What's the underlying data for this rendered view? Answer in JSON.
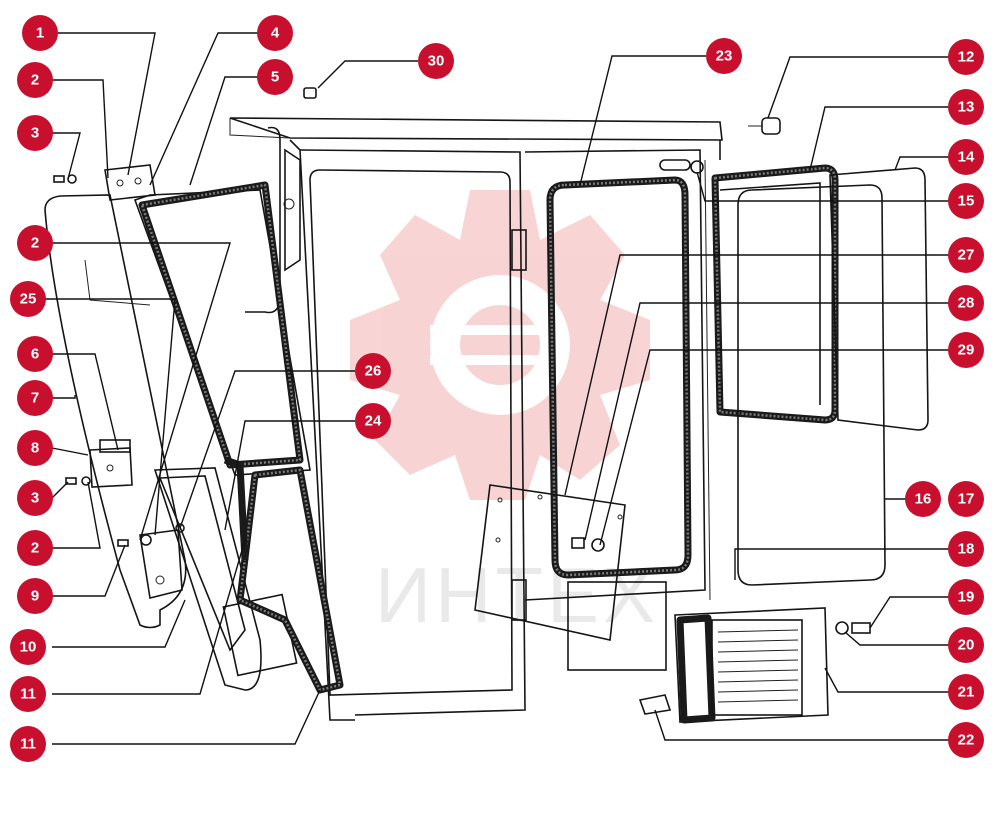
{
  "watermark": {
    "text": "ИНТЕХ",
    "color": "#e23b3b"
  },
  "colors": {
    "badge": "#c8102e",
    "badge_text": "#ffffff",
    "lines": "#111111"
  },
  "callouts": [
    {
      "id": "c1",
      "label": "1"
    },
    {
      "id": "c2a",
      "label": "2"
    },
    {
      "id": "c3a",
      "label": "3"
    },
    {
      "id": "c4",
      "label": "4"
    },
    {
      "id": "c5",
      "label": "5"
    },
    {
      "id": "c30",
      "label": "30"
    },
    {
      "id": "c23",
      "label": "23"
    },
    {
      "id": "c12",
      "label": "12"
    },
    {
      "id": "c13",
      "label": "13"
    },
    {
      "id": "c14",
      "label": "14"
    },
    {
      "id": "c15",
      "label": "15"
    },
    {
      "id": "c2b",
      "label": "2"
    },
    {
      "id": "c27",
      "label": "27"
    },
    {
      "id": "c25",
      "label": "25"
    },
    {
      "id": "c28",
      "label": "28"
    },
    {
      "id": "c6",
      "label": "6"
    },
    {
      "id": "c29",
      "label": "29"
    },
    {
      "id": "c26",
      "label": "26"
    },
    {
      "id": "c7",
      "label": "7"
    },
    {
      "id": "c24",
      "label": "24"
    },
    {
      "id": "c8",
      "label": "8"
    },
    {
      "id": "c3b",
      "label": "3"
    },
    {
      "id": "c16",
      "label": "16"
    },
    {
      "id": "c17",
      "label": "17"
    },
    {
      "id": "c2c",
      "label": "2"
    },
    {
      "id": "c18",
      "label": "18"
    },
    {
      "id": "c9",
      "label": "9"
    },
    {
      "id": "c19",
      "label": "19"
    },
    {
      "id": "c20",
      "label": "20"
    },
    {
      "id": "c10",
      "label": "10"
    },
    {
      "id": "c21",
      "label": "21"
    },
    {
      "id": "c11a",
      "label": "11"
    },
    {
      "id": "c11b",
      "label": "11"
    },
    {
      "id": "c22",
      "label": "22"
    }
  ]
}
